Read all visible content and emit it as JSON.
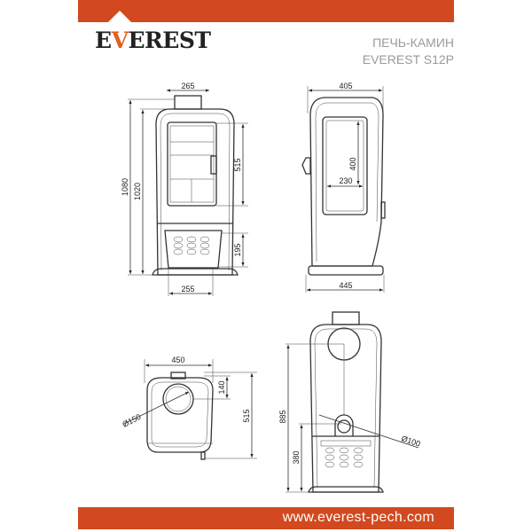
{
  "brand": {
    "logo_text": "EVEREST",
    "accent_color": "#d2491f"
  },
  "header": {
    "title_line1": "ПЕЧЬ-КАМИН",
    "title_line2": "EVEREST S12P"
  },
  "footer": {
    "url": "www.everest-pech.com"
  },
  "front_view": {
    "width_top": "265",
    "height_total": "1080",
    "height_body": "1020",
    "door_height": "515",
    "ash_height": "195",
    "base_width": "255"
  },
  "side_view": {
    "width": "405",
    "glass_height": "400",
    "glass_width": "230",
    "base_width": "445"
  },
  "top_view": {
    "width": "450",
    "flue_offset": "140",
    "depth": "515",
    "flue_diameter": "Ø150"
  },
  "rear_view": {
    "flue_height": "885",
    "air_inlet_height": "380",
    "air_inlet_diameter": "Ø100"
  }
}
